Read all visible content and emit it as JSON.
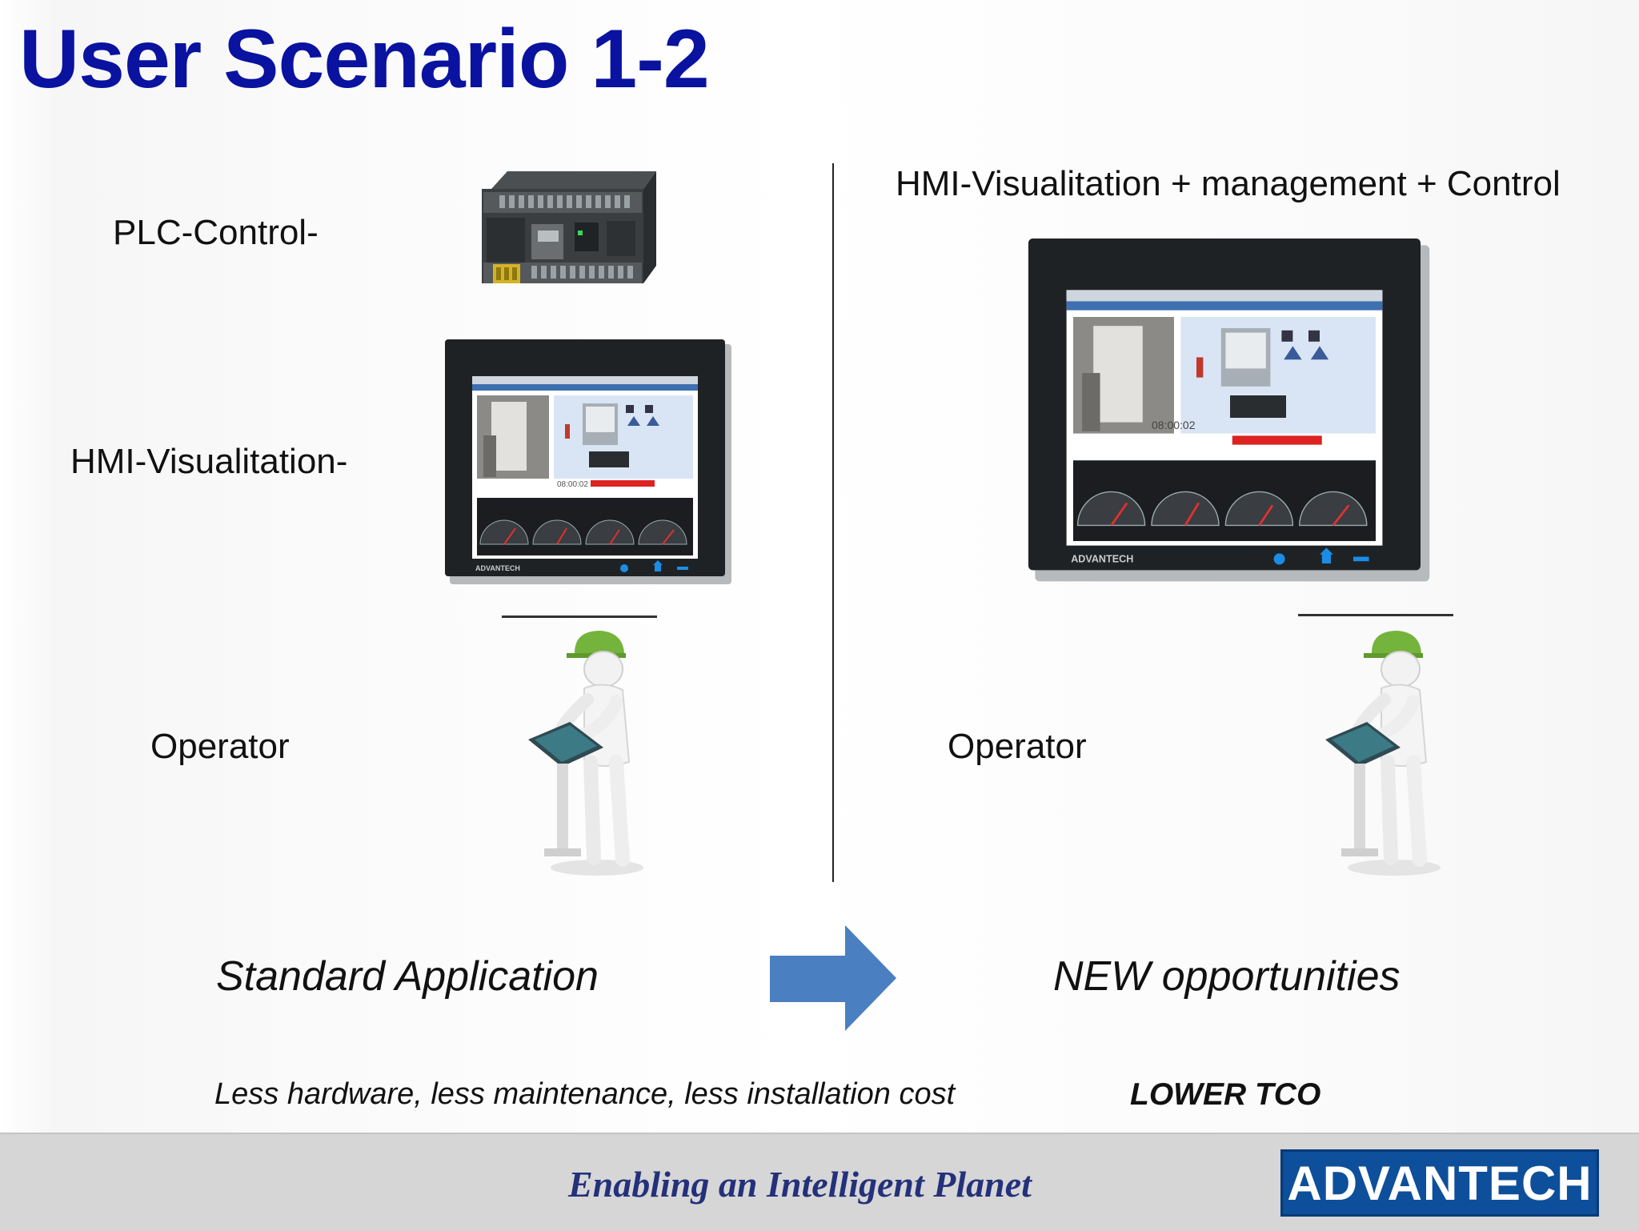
{
  "title": "User Scenario 1-2",
  "left": {
    "plc_label": "PLC-Control-",
    "hmi_label": "HMI-Visualitation-",
    "operator_label": "Operator",
    "scenario_label": "Standard Application"
  },
  "right": {
    "hmi_label": "HMI-Visualitation + management + Control",
    "operator_label": "Operator",
    "scenario_label": "NEW opportunities"
  },
  "benefits": "Less hardware, less maintenance, less installation cost",
  "tco_label": "LOWER TCO",
  "footer": {
    "tagline": "Enabling an Intelligent Planet",
    "logo_text": "ADVANTECH"
  },
  "hmi_screen": {
    "timestamp": "08:00:02",
    "logo_text": "ADVANTECH"
  },
  "colors": {
    "title": "#0a12a0",
    "arrow": "#4a7fc1",
    "logo_bg": "#0d4f9a",
    "tagline": "#24317a",
    "helmet": "#74b33c"
  },
  "icons": {
    "arrow": "right-arrow-icon",
    "plc": "plc-device-icon",
    "hmi": "hmi-panel-icon",
    "operator": "operator-figure-icon"
  }
}
